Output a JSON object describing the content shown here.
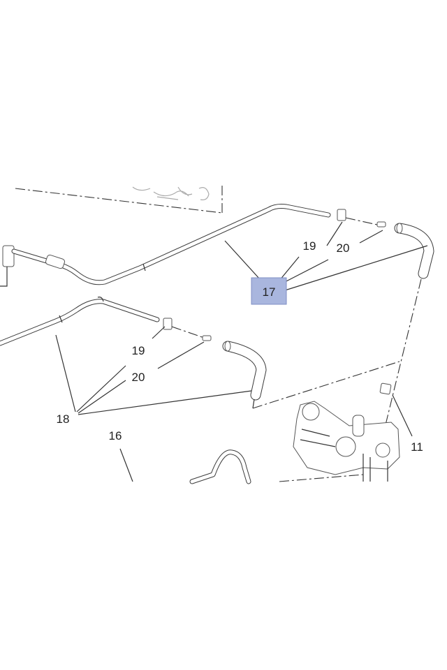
{
  "diagram": {
    "callouts": {
      "c17": "17",
      "c19_upper": "19",
      "c20_upper": "20",
      "c19_lower": "19",
      "c20_lower": "20",
      "c18": "18",
      "c16": "16",
      "c11": "11"
    },
    "highlight_color": "#a9b6de",
    "highlight_border": "#7f8fc4"
  }
}
